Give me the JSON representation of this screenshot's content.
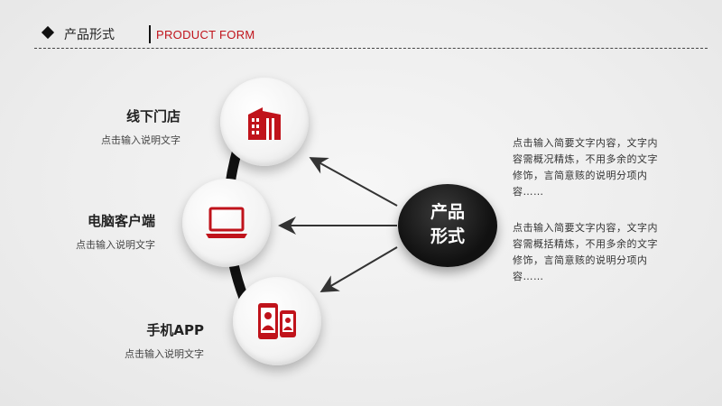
{
  "header": {
    "title_cn": "产品形式",
    "title_en": "PRODUCT FORM"
  },
  "center": {
    "line1": "产品",
    "line2": "形式"
  },
  "items": [
    {
      "title": "线下门店",
      "subtitle": "点击输入说明文字",
      "icon": "building-icon"
    },
    {
      "title": "电脑客户端",
      "subtitle": "点击输入说明文字",
      "icon": "laptop-icon"
    },
    {
      "title": "手机APP",
      "subtitle": "点击输入说明文字",
      "icon": "mobile-user-icon"
    }
  ],
  "paragraphs": [
    "点击输入简要文字内容，文字内容需概况精炼，不用多余的文字修饰，言简意赅的说明分项内容……",
    "点击输入简要文字内容，文字内容需概括精炼，不用多余的文字修饰，言简意赅的说明分项内容……"
  ],
  "colors": {
    "accent": "#c0131b",
    "dark": "#111111"
  }
}
